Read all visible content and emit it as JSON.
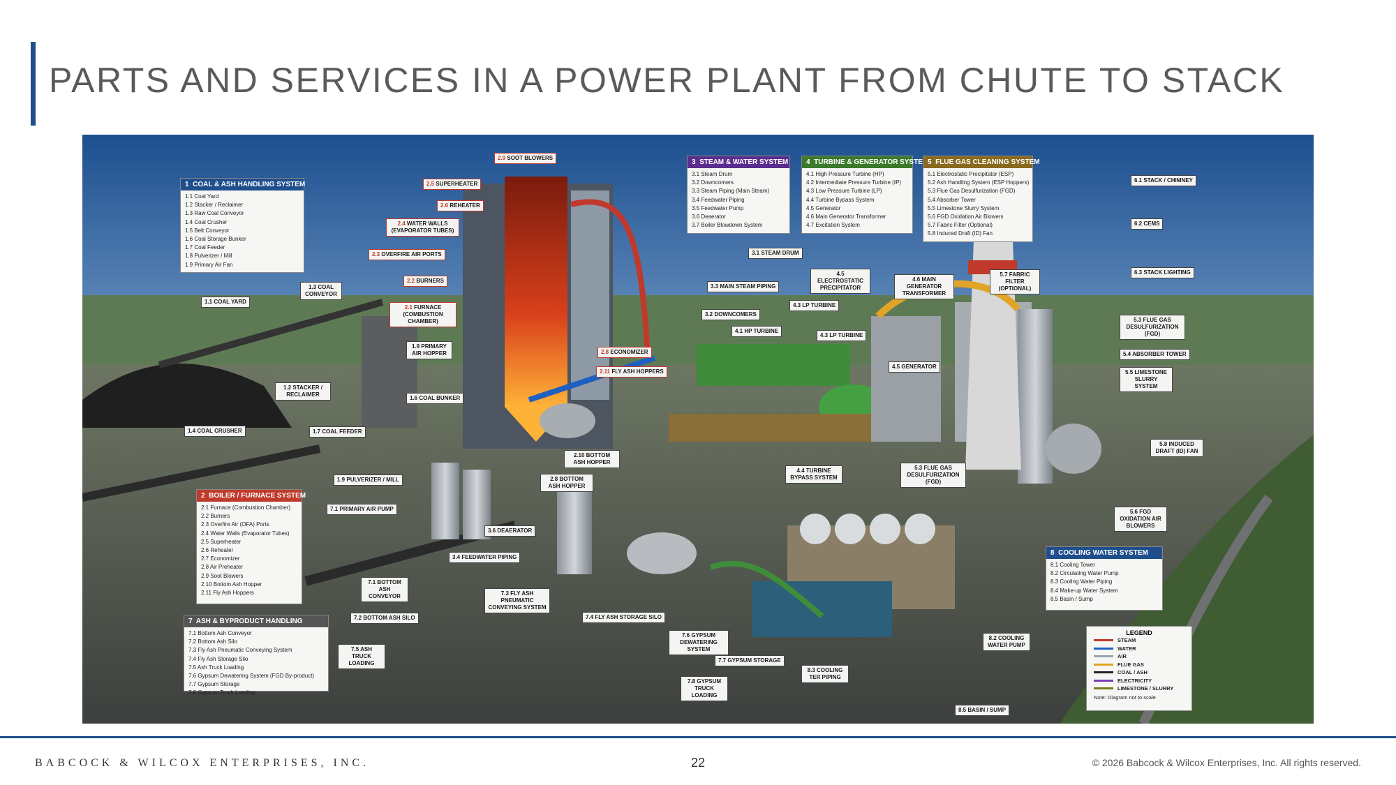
{
  "slide_title": "PARTS AND SERVICES IN A POWER PLANT FROM CHUTE TO STACK",
  "footer": {
    "company": "BABCOCK & WILCOX ENTERPRISES, INC.",
    "page_number": "22",
    "copyright": "© 2026 Babcock & Wilcox Enterprises, Inc. All rights reserved."
  },
  "colors": {
    "brand_blue": "#1f4e8c",
    "steam": "#c0392b",
    "water": "#1f5fbf",
    "air": "#9aa3ad",
    "flue_gas": "#e0a526",
    "coal_ash": "#222222",
    "electricity": "#7b3fb2",
    "limestone_slurry": "#7a7a20"
  },
  "systems": [
    {
      "num": "1",
      "title": "COAL & ASH HANDLING SYSTEM",
      "color": "#1f4e8c",
      "items": [
        "1.1  Coal Yard",
        "1.2  Stacker / Reclaimer",
        "1.3  Raw Coal Conveyor",
        "1.4  Coal Crusher",
        "1.5  Belt Conveyor",
        "1.6  Coal Storage Bunker",
        "1.7  Coal Feeder",
        "1.8  Pulverizer / Mill",
        "1.9  Primary Air Fan"
      ]
    },
    {
      "num": "2",
      "title": "BOILER / FURNACE SYSTEM",
      "color": "#c0392b",
      "items": [
        "2.1  Furnace (Combustion Chamber)",
        "2.2  Burners",
        "2.3  Overfire Air (OFA) Ports",
        "2.4  Water Walls (Evaporator Tubes)",
        "2.5  Superheater",
        "2.6  Reheater",
        "2.7  Economizer",
        "2.8  Air Preheater",
        "2.9  Soot Blowers",
        "2.10 Bottom Ash Hopper",
        "2.11 Fly Ash Hoppers"
      ]
    },
    {
      "num": "3",
      "title": "STEAM & WATER SYSTEM",
      "color": "#5b2d8e",
      "items": [
        "3.1  Steam Drum",
        "3.2  Downcomers",
        "3.3  Steam Piping (Main Steam)",
        "3.4  Feedwater Piping",
        "3.5  Feedwater Pump",
        "3.6  Deaerator",
        "3.7  Boiler Blowdown System"
      ]
    },
    {
      "num": "4",
      "title": "TURBINE & GENERATOR SYSTEM",
      "color": "#3b7a2a",
      "items": [
        "4.1  High Pressure Turbine (HP)",
        "4.2  Intermediate Pressure Turbine (IP)",
        "4.3  Low Pressure Turbine (LP)",
        "4.4  Turbine Bypass System",
        "4.5  Generator",
        "4.6  Main Generator Transformer",
        "4.7  Excitation System"
      ]
    },
    {
      "num": "5",
      "title": "FLUE GAS CLEANING SYSTEM",
      "color": "#8a6a1e",
      "items": [
        "5.1  Electrostatic Precipitator (ESP)",
        "5.2  Ash Handling System (ESP Hoppers)",
        "5.3  Flue Gas Desulfurization (FGD)",
        "5.4  Absorber Tower",
        "5.5  Limestone Slurry System",
        "5.6  FGD Oxidation Air Blowers",
        "5.7  Fabric Filter (Optional)",
        "5.8  Induced Draft (ID) Fan"
      ]
    },
    {
      "num": "7",
      "title": "ASH & BYPRODUCT HANDLING",
      "color": "#555555",
      "items": [
        "7.1  Bottom Ash Conveyor",
        "7.2  Bottom Ash Silo",
        "7.3  Fly Ash Pneumatic Conveying System",
        "7.4  Fly Ash Storage Silo",
        "7.5  Ash Truck Loading",
        "7.6  Gypsum Dewatering System (FGD By-product)",
        "7.7  Gypsum Storage",
        "7.8  Gypsum Truck Loading"
      ]
    },
    {
      "num": "8",
      "title": "COOLING WATER SYSTEM",
      "color": "#1f4e8c",
      "items": [
        "8.1  Cooling Tower",
        "8.2  Circulating Water Pump",
        "8.3  Cooling Water Piping",
        "8.4  Make-up Water System",
        "8.5  Basin / Sump"
      ]
    }
  ],
  "callouts": [
    {
      "num": "2.9",
      "text": "SOOT BLOWERS",
      "color": "red"
    },
    {
      "num": "2.5",
      "text": "SUPERHEATER",
      "color": "red"
    },
    {
      "num": "2.6",
      "text": "REHEATER",
      "color": "red"
    },
    {
      "num": "2.4",
      "text": "WATER WALLS (EVAPORATOR TUBES)",
      "color": "red"
    },
    {
      "num": "2.3",
      "text": "OVERFIRE AIR PORTS",
      "color": "red"
    },
    {
      "num": "2.2",
      "text": "BURNERS",
      "color": "red"
    },
    {
      "num": "2.1",
      "text": "FURNACE (COMBUSTION CHAMBER)",
      "color": "red"
    },
    {
      "num": "2.8",
      "text": "ECONOMIZER",
      "color": "red"
    },
    {
      "num": "2.11",
      "text": "FLY ASH HOPPERS",
      "color": "red"
    },
    {
      "num": "2.10",
      "text": "BOTTOM ASH HOPPER",
      "color": "dark"
    },
    {
      "num": "2.8",
      "text": "BOTTOM ASH HOPPER",
      "color": "dark"
    },
    {
      "num": "1.1",
      "text": "COAL YARD",
      "color": "dark"
    },
    {
      "num": "1.3",
      "text": "COAL CONVEYOR",
      "color": "dark"
    },
    {
      "num": "1.2",
      "text": "STACKER / RECLAIMER",
      "color": "dark"
    },
    {
      "num": "1.4",
      "text": "COAL CRUSHER",
      "color": "dark"
    },
    {
      "num": "1.7",
      "text": "COAL FEEDER",
      "color": "dark"
    },
    {
      "num": "1.6",
      "text": "COAL BUNKER",
      "color": "dark"
    },
    {
      "num": "1.9",
      "text": "PRIMARY AIR HOPPER",
      "color": "dark"
    },
    {
      "num": "1.9",
      "text": "PULVERIZER / MILL",
      "color": "dark"
    },
    {
      "num": "7.1",
      "text": "PRIMARY AIR PUMP",
      "color": "dark"
    },
    {
      "num": "3.1",
      "text": "STEAM DRUM",
      "color": "dark"
    },
    {
      "num": "3.3",
      "text": "MAIN STEAM PIPING",
      "color": "dark"
    },
    {
      "num": "3.2",
      "text": "DOWNCOMERS",
      "color": "dark"
    },
    {
      "num": "4.1",
      "text": "HP TURBINE",
      "color": "dark"
    },
    {
      "num": "4.3",
      "text": "LP TURBINE",
      "color": "dark"
    },
    {
      "num": "4.3",
      "text": "LP TURBINE",
      "color": "dark"
    },
    {
      "num": "4.5",
      "text": "ELECTROSTATIC PRECIPITATOR",
      "color": "dark"
    },
    {
      "num": "4.6",
      "text": "MAIN GENERATOR TRANSFORMER",
      "color": "dark"
    },
    {
      "num": "4.5",
      "text": "GENERATOR",
      "color": "dark"
    },
    {
      "num": "4.4",
      "text": "TURBINE BYPASS SYSTEM",
      "color": "dark"
    },
    {
      "num": "5.7",
      "text": "FABRIC FILTER (OPTIONAL)",
      "color": "dark"
    },
    {
      "num": "5.3",
      "text": "FLUE GAS DESULFURIZATION (FGD)",
      "color": "dark"
    },
    {
      "num": "5.3",
      "text": "FLUE GAS DESULFURIZATION (FGD)",
      "color": "dark"
    },
    {
      "num": "5.4",
      "text": "ABSORBER TOWER",
      "color": "dark"
    },
    {
      "num": "5.5",
      "text": "LIMESTONE SLURRY SYSTEM",
      "color": "dark"
    },
    {
      "num": "5.8",
      "text": "INDUCED DRAFT (ID) FAN",
      "color": "dark"
    },
    {
      "num": "5.6",
      "text": "FGD OXIDATION AIR BLOWERS",
      "color": "dark"
    },
    {
      "num": "6.1",
      "text": "STACK / CHIMNEY",
      "color": "dark"
    },
    {
      "num": "6.2",
      "text": "CEMS",
      "color": "dark"
    },
    {
      "num": "6.3",
      "text": "STACK LIGHTING",
      "color": "dark"
    },
    {
      "num": "3.6",
      "text": "DEAERATOR",
      "color": "dark"
    },
    {
      "num": "3.4",
      "text": "FEEDWATER PIPING",
      "color": "dark"
    },
    {
      "num": "7.1",
      "text": "BOTTOM ASH CONVEYOR",
      "color": "dark"
    },
    {
      "num": "7.3",
      "text": "FLY ASH PNEUMATIC CONVEYING SYSTEM",
      "color": "dark"
    },
    {
      "num": "7.2",
      "text": "BOTTOM ASH SILO",
      "color": "dark"
    },
    {
      "num": "7.4",
      "text": "FLY ASH STORAGE SILO",
      "color": "dark"
    },
    {
      "num": "7.5",
      "text": "ASH TRUCK LOADING",
      "color": "dark"
    },
    {
      "num": "7.6",
      "text": "GYPSUM DEWATERING SYSTEM",
      "color": "dark"
    },
    {
      "num": "7.7",
      "text": "GYPSUM STORAGE",
      "color": "dark"
    },
    {
      "num": "7.8",
      "text": "GYPSUM TRUCK LOADING",
      "color": "dark"
    },
    {
      "num": "8.3",
      "text": "COOLING TER PIPING",
      "color": "dark"
    },
    {
      "num": "8.2",
      "text": "COOLING WATER PUMP",
      "color": "dark"
    },
    {
      "num": "8.5",
      "text": "BASIN / SUMP",
      "color": "dark"
    }
  ],
  "legend": {
    "title": "LEGEND",
    "items": [
      {
        "label": "STEAM",
        "color": "#c0392b"
      },
      {
        "label": "WATER",
        "color": "#1f5fbf"
      },
      {
        "label": "AIR",
        "color": "#9aa3ad"
      },
      {
        "label": "FLUE GAS",
        "color": "#e0a526"
      },
      {
        "label": "COAL / ASH",
        "color": "#222222"
      },
      {
        "label": "ELECTRICITY",
        "color": "#7b3fb2"
      },
      {
        "label": "LIMESTONE / SLURRY",
        "color": "#7a7a20"
      }
    ],
    "note": "Note: Diagram not to scale"
  }
}
